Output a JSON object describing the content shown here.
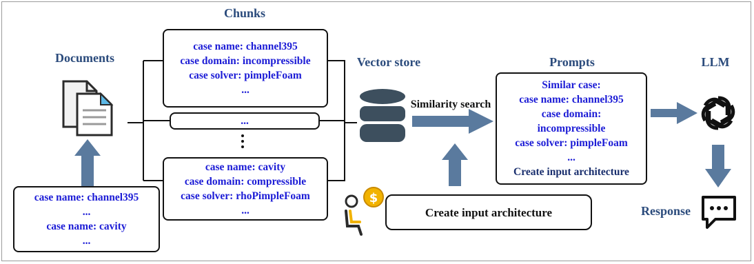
{
  "titles": {
    "chunks": "Chunks",
    "documents": "Documents",
    "vector_store": "Vector store",
    "prompts": "Prompts",
    "llm": "LLM",
    "response": "Response",
    "similarity_search": "Similarity search"
  },
  "input_box": {
    "lines": [
      "case name: channel395",
      "...",
      "case name: cavity",
      "..."
    ]
  },
  "chunk_top": {
    "lines": [
      "case name: channel395",
      "case domain: incompressible",
      "case solver: pimpleFoam",
      "..."
    ]
  },
  "chunk_middle": {
    "text": "..."
  },
  "chunk_bottom": {
    "lines": [
      "case name: cavity",
      "case domain: compressible",
      "case solver: rhoPimpleFoam",
      "..."
    ]
  },
  "prompt_box": {
    "lines": [
      "Similar case:",
      "case name: channel395",
      "case domain:",
      "incompressible",
      "case solver: pimpleFoam",
      "...",
      "Create input architecture"
    ]
  },
  "query_box": {
    "text": "Create input architecture"
  },
  "icons": [
    "documents-icon",
    "database-icon",
    "user-with-coin-icon",
    "llm-logo-icon",
    "chat-bubble-icon"
  ],
  "colors": {
    "title": "#2b4b7c",
    "text_blue": "#1c1cd6",
    "arrow": "#5a7a9e"
  }
}
